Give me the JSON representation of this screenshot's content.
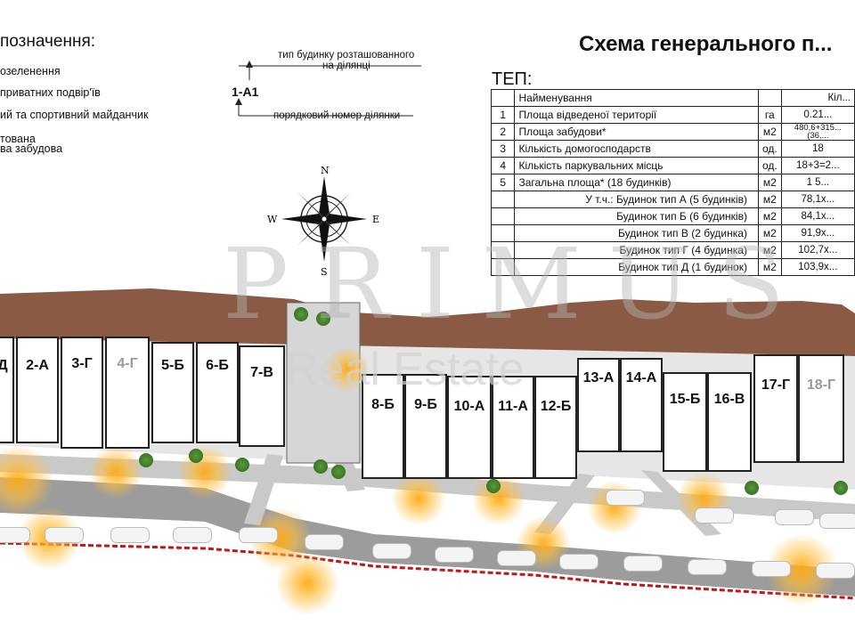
{
  "legend": {
    "title": "позначення:",
    "items": [
      "озеленення",
      "приватних подвір'їв",
      "ий та спортивний майданчик",
      "тована",
      "ва забудова"
    ]
  },
  "key": {
    "type_text_1": "тип будинку розташованного",
    "type_text_2": "на ділянці",
    "code": "1-А1",
    "number_text": "порядковий номер ділянки"
  },
  "compass": {
    "n": "N",
    "s": "S",
    "e": "E",
    "w": "W"
  },
  "main_title": "Схема генерального п...",
  "tep": {
    "title": "ТЕП:",
    "header": {
      "name": "Найменування",
      "value": "Кіл..."
    },
    "rows": [
      {
        "num": "1",
        "name": "Площа відведеної території",
        "unit": "га",
        "value": "0.21..."
      },
      {
        "num": "2",
        "name": "Площа забудови*",
        "unit": "м2",
        "value": "480,6+315...",
        "value2": "(36,..."
      },
      {
        "num": "3",
        "name": "Кількість домогосподарств",
        "unit": "од.",
        "value": "18"
      },
      {
        "num": "4",
        "name": "Кількість паркувальних місць",
        "unit": "од.",
        "value": "18+3=2..."
      },
      {
        "num": "5",
        "name": "Загальна площа* (18 будинків)",
        "unit": "м2",
        "value": "1 5..."
      },
      {
        "num": "",
        "name": "У т.ч.: Будинок тип А (5 будинків)",
        "unit": "м2",
        "value": "78,1х..."
      },
      {
        "num": "",
        "name": "Будинок тип Б (6 будинків)",
        "unit": "м2",
        "value": "84,1х..."
      },
      {
        "num": "",
        "name": "Будинок тип В (2 будинка)",
        "unit": "м2",
        "value": "91,9х..."
      },
      {
        "num": "",
        "name": "Будинок тип Г (4 будинка)",
        "unit": "м2",
        "value": "102,7х..."
      },
      {
        "num": "",
        "name": "Будинок тип Д (1 будинок)",
        "unit": "м2",
        "value": "103,9х..."
      }
    ]
  },
  "lots": [
    {
      "label": "Д",
      "grey": false
    },
    {
      "label": "2-А",
      "grey": false
    },
    {
      "label": "3-Г",
      "grey": false
    },
    {
      "label": "4-Г",
      "grey": true
    },
    {
      "label": "5-Б",
      "grey": false
    },
    {
      "label": "6-Б",
      "grey": false
    },
    {
      "label": "7-В",
      "grey": false
    },
    {
      "label": "8-Б",
      "grey": false
    },
    {
      "label": "9-Б",
      "grey": false
    },
    {
      "label": "10-А",
      "grey": false
    },
    {
      "label": "11-А",
      "grey": false
    },
    {
      "label": "12-Б",
      "grey": false
    },
    {
      "label": "13-А",
      "grey": false
    },
    {
      "label": "14-А",
      "grey": false
    },
    {
      "label": "15-Б",
      "grey": false
    },
    {
      "label": "16-В",
      "grey": false
    },
    {
      "label": "17-Г",
      "grey": false
    },
    {
      "label": "18-Г",
      "grey": true
    }
  ],
  "watermark": {
    "brand": "PRIMUS",
    "sub": "Real Estate"
  },
  "colors": {
    "terrain": "#8a5a44",
    "road": "#9c9c9c",
    "boundary": "#c0171b",
    "glow": "#ffaa14",
    "greenery": "#4a8a34"
  }
}
